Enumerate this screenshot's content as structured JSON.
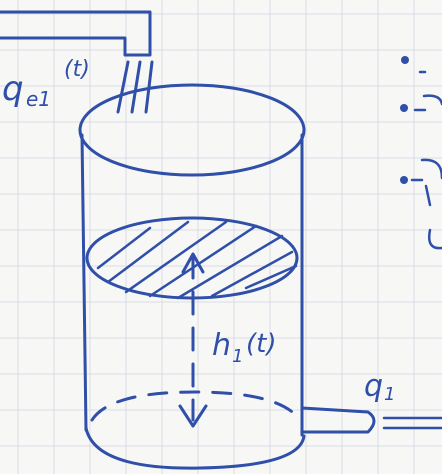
{
  "diagram": {
    "labels": {
      "inflow": "q",
      "inflow_sub": "e1",
      "inflow_arg": "(t)",
      "height": "h",
      "height_sub": "1",
      "height_arg": "(t)",
      "outflow": "q",
      "outflow_sub": "1"
    },
    "colors": {
      "ink": "#2f4fa8",
      "grid": "#d9dde6",
      "paper": "#f7f7f5"
    },
    "icons": {
      "tank": "cylinder-tank",
      "arrows": "double-arrow",
      "bullets": "dot"
    }
  }
}
